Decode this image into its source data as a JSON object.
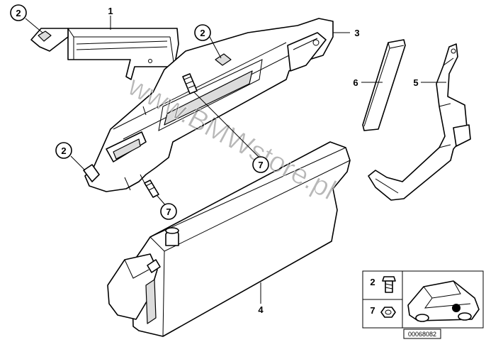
{
  "diagram": {
    "watermark": "www.BMWstore.pl",
    "part_numbers": {
      "p1": "1",
      "p2": "2",
      "p3": "3",
      "p4": "4",
      "p5": "5",
      "p6": "6",
      "p7": "7"
    },
    "legend": {
      "bolt_label": "2",
      "nut_label": "7"
    },
    "drawing_code": "00068082"
  }
}
